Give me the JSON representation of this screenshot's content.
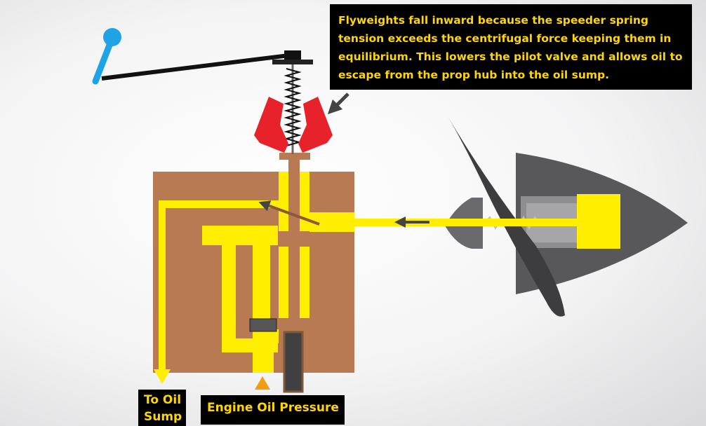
{
  "callout": {
    "text": "Flyweights fall inward because the speeder spring tension exceeds the centrifugal force keeping them in equilibrium. This lowers the pilot valve and allows oil to escape from the prop hub into the oil sump."
  },
  "labels": {
    "oil_sump_line1": "To Oil",
    "oil_sump_line2": "Sump",
    "engine_oil_pressure": "Engine Oil Pressure"
  },
  "colors": {
    "governor_body": "#b87a52",
    "oil": "#ffee00",
    "flyweights": "#e8222a",
    "control_lever": "#1ea3e6",
    "propeller": "#3d3d40",
    "spinner": "#58585b",
    "callout_background": "#000000",
    "callout_text": "#ffd700"
  }
}
